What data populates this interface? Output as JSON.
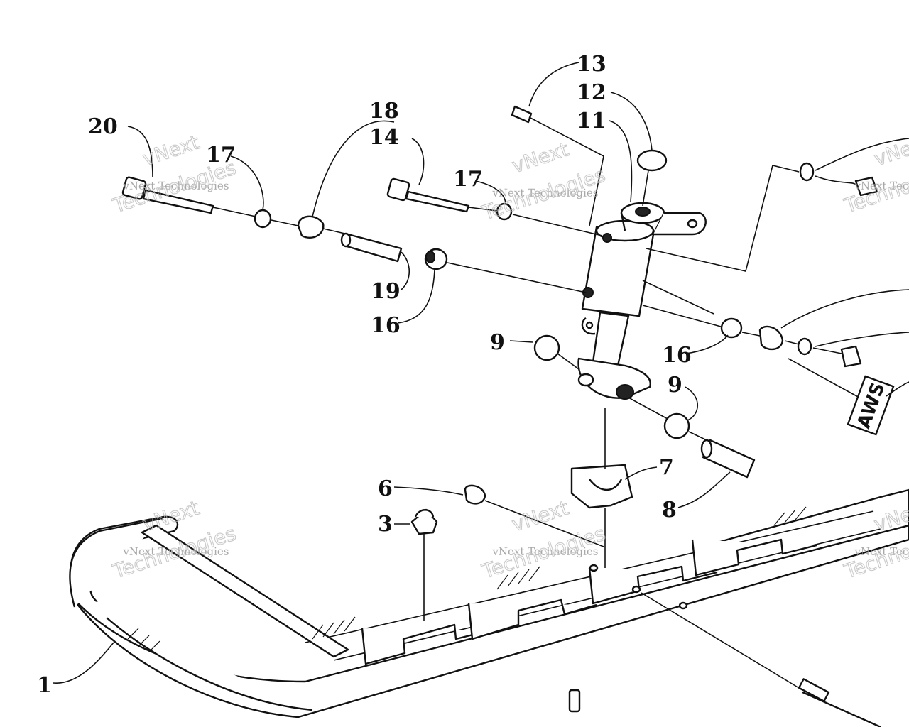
{
  "callouts": [
    "1",
    "3",
    "6",
    "7",
    "8",
    "9",
    "9",
    "11",
    "12",
    "13",
    "14",
    "16",
    "16",
    "17",
    "17",
    "18",
    "19",
    "20"
  ],
  "badge": "AWS",
  "watermark": {
    "line1": "vNext",
    "line2": "vNext Technologies",
    "line3": "Technologies"
  }
}
